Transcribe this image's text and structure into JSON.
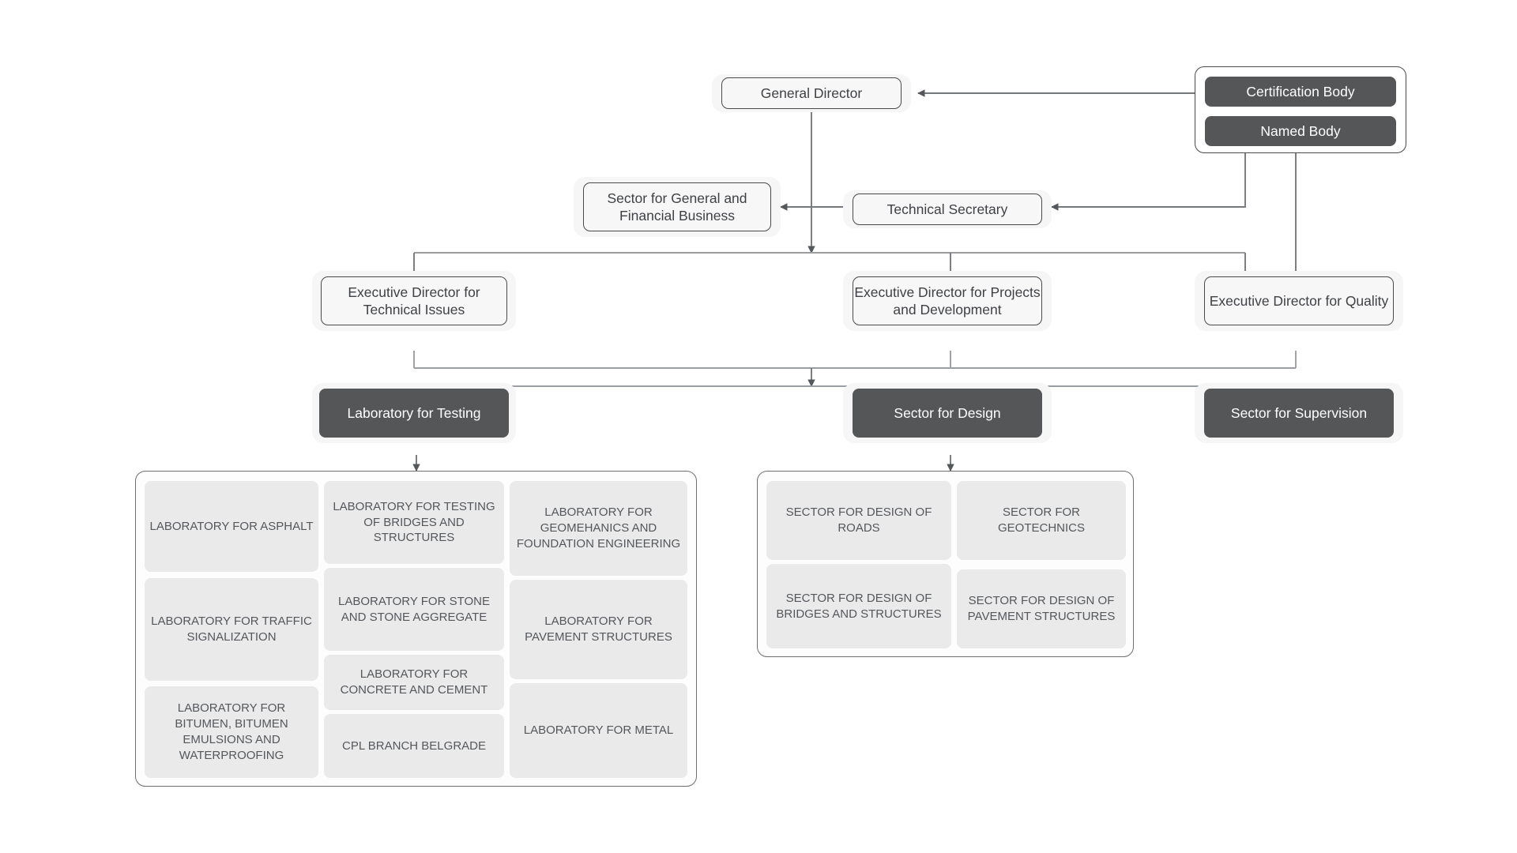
{
  "diagram": {
    "title": "Organizational structure chart",
    "colors": {
      "dark_node": "#555658",
      "light_node": "#f7f7f8",
      "tile": "#eaeaea",
      "edge": "#6f7276",
      "text_dark": "#3f4145",
      "text_light": "#ffffff",
      "background": "#ffffff"
    }
  },
  "nodes": {
    "general_director": "General Director",
    "certification_body": "Certification Body",
    "named_body": "Named Body",
    "sector_general_financial": "Sector for General and Financial Business",
    "technical_secretary": "Technical Secretary",
    "exec_technical": "Executive Director for Technical Issues",
    "exec_projects": "Executive Director for Projects and Development",
    "exec_quality": "Executive Director for Quality",
    "laboratory_for_testing": "Laboratory for Testing",
    "sector_for_design": "Sector for Design",
    "sector_for_supervision": "Sector for Supervision"
  },
  "laboratory_group": {
    "parent": "Laboratory for Testing",
    "tiles": [
      "LABORATORY FOR ASPHALT",
      "LABORATORY FOR TESTING OF BRIDGES AND STRUCTURES",
      "LABORATORY FOR GEOMEHANICS AND FOUNDATION ENGINEERING",
      "LABORATORY FOR TRAFFIC SIGNALIZATION",
      "LABORATORY FOR STONE AND STONE AGGREGATE",
      "LABORATORY FOR PAVEMENT STRUCTURES",
      "LABORATORY FOR BITUMEN, BITUMEN EMULSIONS AND WATERPROOFING",
      "LABORATORY FOR CONCRETE AND CEMENT",
      "CPL BRANCH BELGRADE",
      "LABORATORY FOR METAL"
    ]
  },
  "design_group": {
    "parent": "Sector for Design",
    "tiles": [
      "SECTOR FOR DESIGN OF ROADS",
      "SECTOR FOR GEOTECHNICS",
      "SECTOR FOR DESIGN OF BRIDGES AND STRUCTURES",
      "SECTOR FOR DESIGN OF PAVEMENT STRUCTURES"
    ]
  }
}
